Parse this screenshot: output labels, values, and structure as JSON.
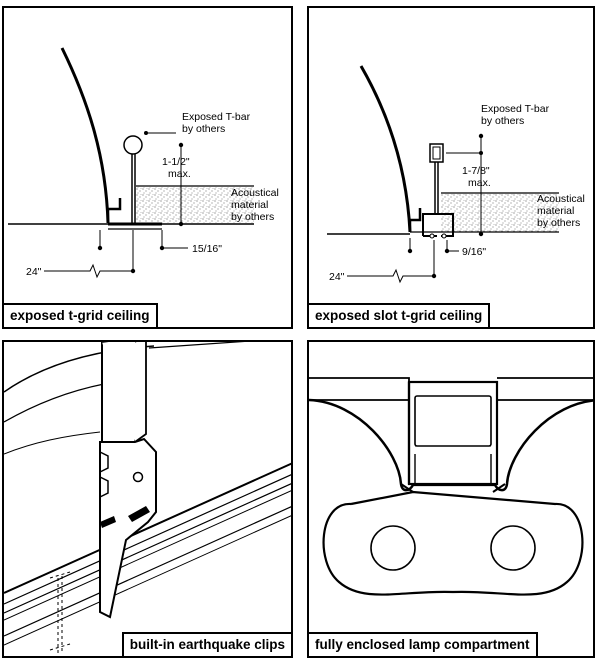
{
  "panels": {
    "exposed_t_grid": {
      "caption": "exposed t-grid ceiling",
      "label_tbar_1": "Exposed T-bar",
      "label_tbar_2": "by others",
      "label_dim_1": "1-1/2\"",
      "label_dim_2": "max.",
      "label_acoustical_1": "Acoustical",
      "label_acoustical_2": "material",
      "label_acoustical_3": "by others",
      "label_flange": "15/16\"",
      "label_spacing": "24\""
    },
    "exposed_slot_t_grid": {
      "caption": "exposed slot t-grid ceiling",
      "label_tbar_1": "Exposed T-bar",
      "label_tbar_2": "by others",
      "label_dim_1": "1-7/8\"",
      "label_dim_2": "max.",
      "label_acoustical_1": "Acoustical",
      "label_acoustical_2": "material",
      "label_acoustical_3": "by others",
      "label_flange": "9/16\"",
      "label_spacing": "24\""
    },
    "earthquake_clips": {
      "caption": "built-in earthquake clips"
    },
    "lamp_compartment": {
      "caption": "fully enclosed lamp compartment"
    }
  }
}
